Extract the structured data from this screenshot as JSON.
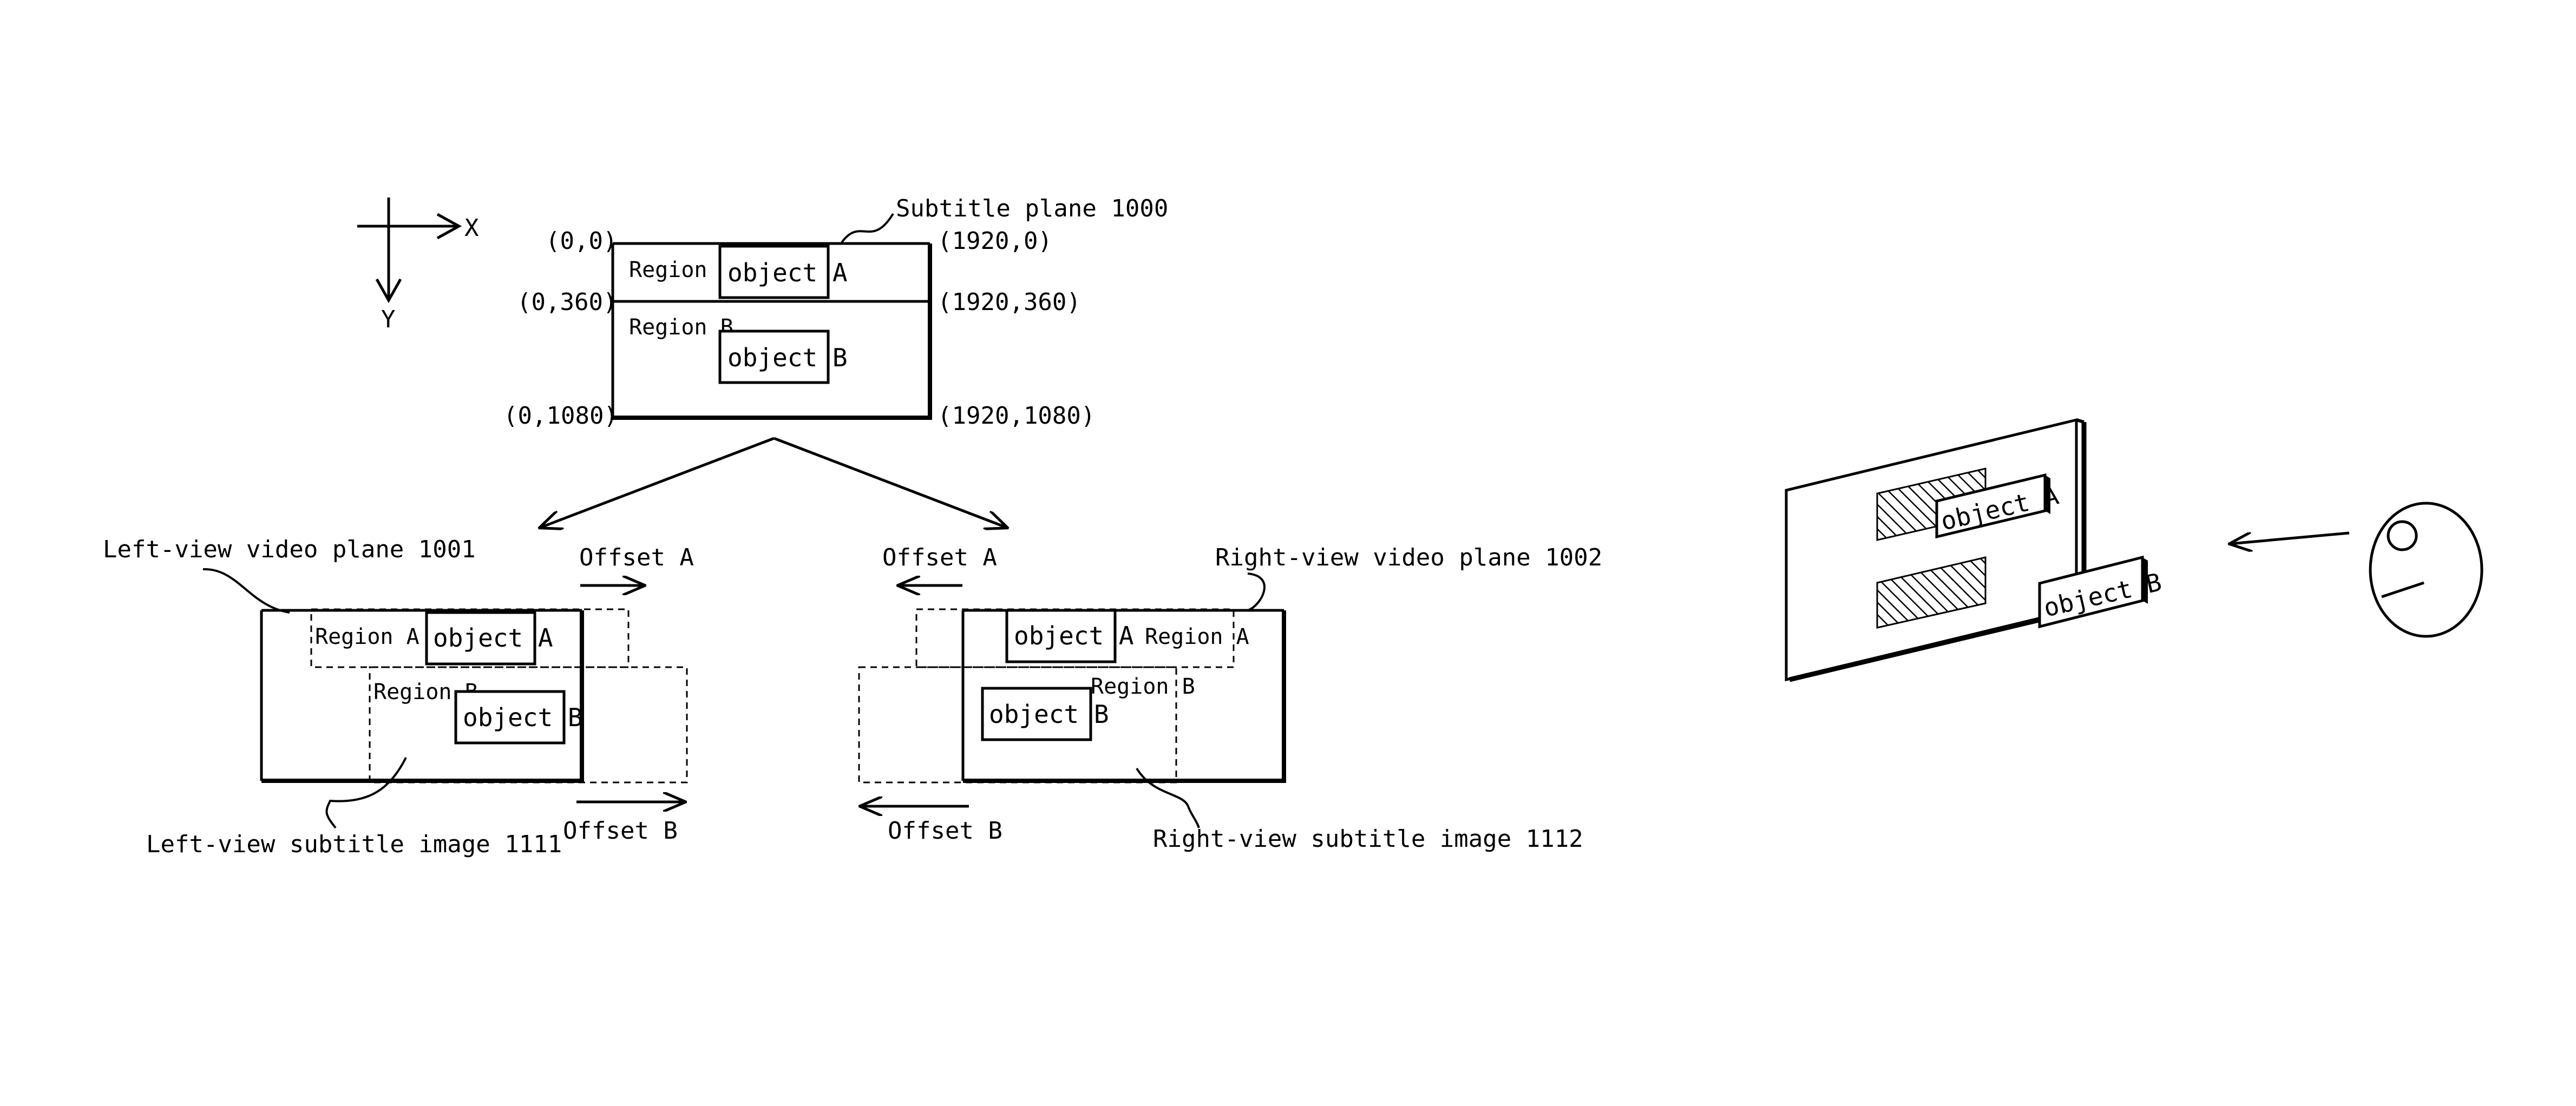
{
  "axes": {
    "x_label": "X",
    "y_label": "Y"
  },
  "subtitle_plane": {
    "title": "Subtitle plane 1000",
    "coord_top_left": "(0,0)",
    "coord_top_right": "(1920,0)",
    "coord_mid_left": "(0,360)",
    "coord_mid_right": "(1920,360)",
    "coord_bottom_left": "(0,1080)",
    "coord_bottom_right": "(1920,1080)",
    "region_a": "Region A",
    "region_b": "Region B",
    "object_a": "object A",
    "object_b": "object B"
  },
  "left_view": {
    "plane_label": "Left-view video plane 1001",
    "subtitle_label": "Left-view subtitle image 1111",
    "offset_a": "Offset A",
    "offset_b": "Offset B",
    "region_a": "Region A",
    "region_b": "Region B",
    "object_a": "object A",
    "object_b": "object B"
  },
  "right_view": {
    "plane_label": "Right-view video plane 1002",
    "subtitle_label": "Right-view subtitle image 1112",
    "offset_a": "Offset A",
    "offset_b": "Offset B",
    "region_a": "Region A",
    "region_b": "Region B",
    "object_a": "object A",
    "object_b": "object B"
  },
  "perspective": {
    "object_a": "object A",
    "object_b": "object B"
  }
}
